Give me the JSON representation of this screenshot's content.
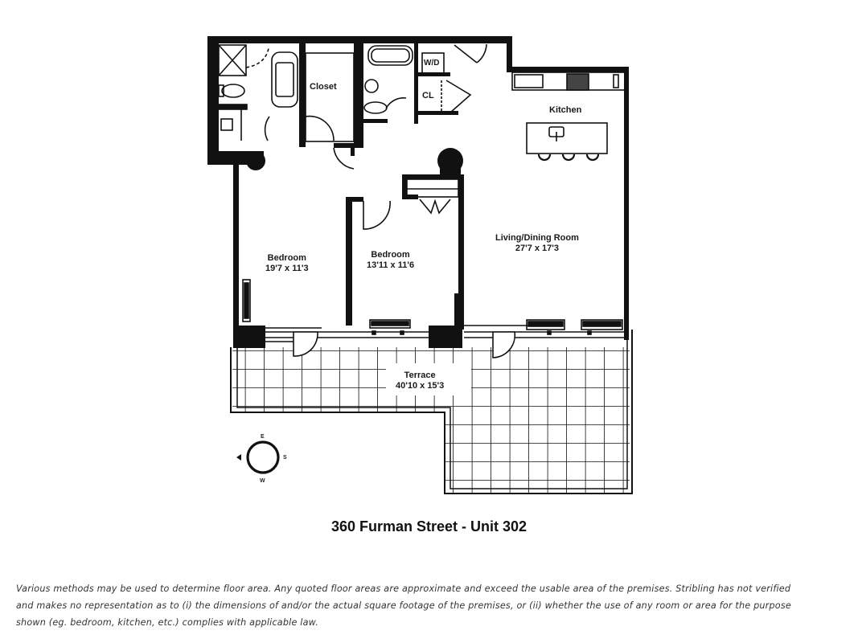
{
  "floorplan": {
    "rooms": [
      {
        "id": "closet",
        "label": "Closet",
        "dimensions": ""
      },
      {
        "id": "kitchen",
        "label": "Kitchen",
        "dimensions": ""
      },
      {
        "id": "bedroom-1",
        "label": "Bedroom",
        "dimensions": "19'7 x 11'3"
      },
      {
        "id": "bedroom-2",
        "label": "Bedroom",
        "dimensions": "13'11 x 11'6"
      },
      {
        "id": "living-dining",
        "label": "Living/Dining Room",
        "dimensions": "27'7 x 17'3"
      },
      {
        "id": "terrace",
        "label": "Terrace",
        "dimensions": "40'10 x 15'3"
      }
    ],
    "fixtures": {
      "washer_dryer": "W/D",
      "closet_small": "CL"
    },
    "compass": {
      "top": "E",
      "right": "S",
      "bottom": "W",
      "left_arrow": "north-arrow"
    },
    "colors": {
      "wall": "#111111",
      "background": "#ffffff",
      "text": "#1a1a1a"
    }
  },
  "title": "360 Furman Street - Unit 302",
  "disclaimer": {
    "line1": "Various methods may be used to determine floor area. Any quoted floor areas are approximate and exceed the usable area of the premises. Stribling has not verified",
    "line2": "and makes no representation as to (i) the dimensions of and/or the actual square footage of the premises, or (ii) whether the use of any room or area for the purpose",
    "line3": "shown (eg. bedroom, kitchen, etc.) complies with applicable law."
  }
}
